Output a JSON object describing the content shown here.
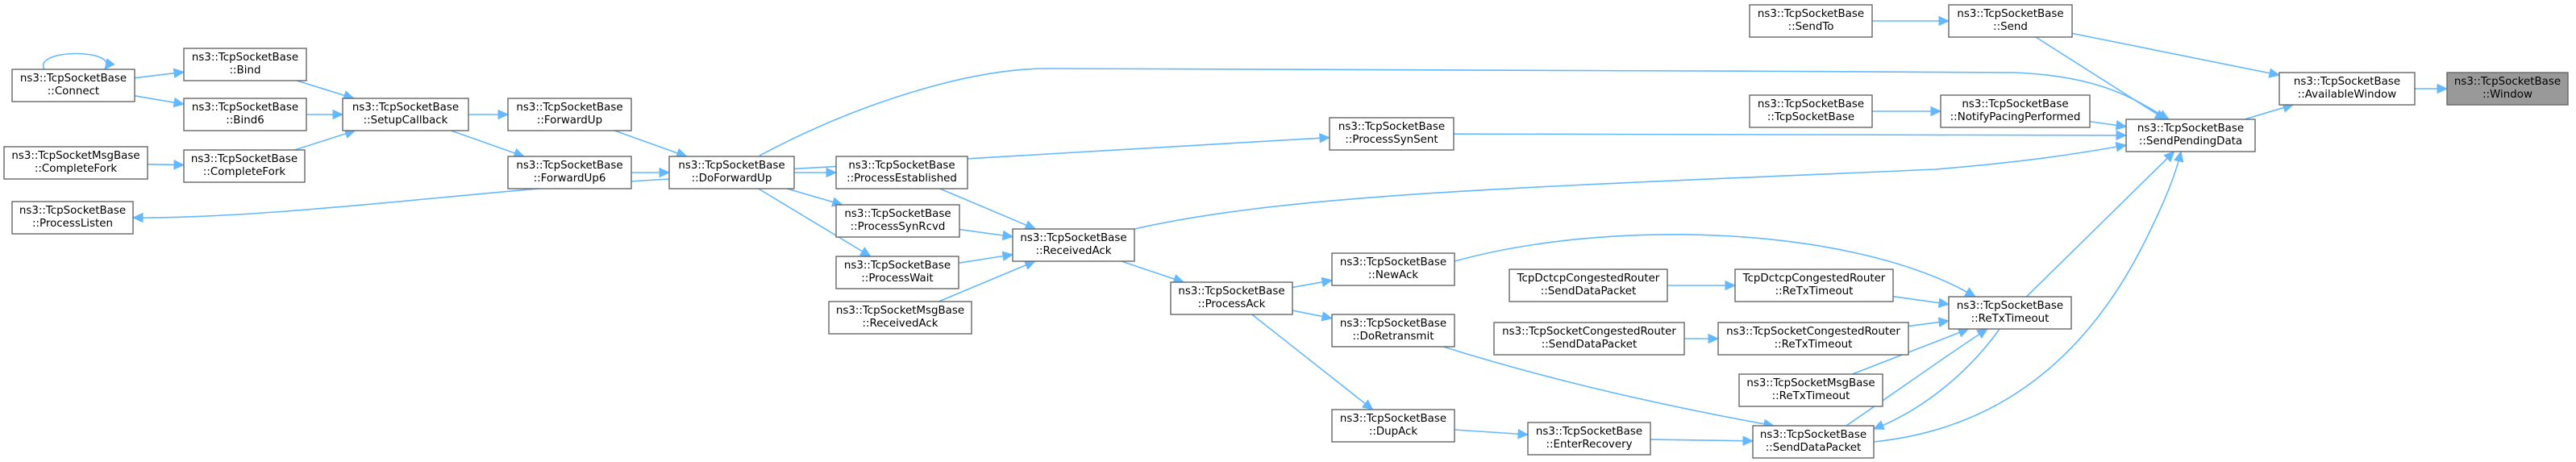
{
  "graph": {
    "title": "",
    "nodes": [
      {
        "id": "window",
        "lines": [
          "ns3::TcpSocketBase",
          "::Window"
        ],
        "root": true
      },
      {
        "id": "availableWindow",
        "lines": [
          "ns3::TcpSocketBase",
          "::AvailableWindow"
        ]
      },
      {
        "id": "send",
        "lines": [
          "ns3::TcpSocketBase",
          "::Send"
        ]
      },
      {
        "id": "sendTo",
        "lines": [
          "ns3::TcpSocketBase",
          "::SendTo"
        ]
      },
      {
        "id": "sendPendingData",
        "lines": [
          "ns3::TcpSocketBase",
          "::SendPendingData"
        ]
      },
      {
        "id": "ctor",
        "lines": [
          "ns3::TcpSocketBase",
          "::TcpSocketBase"
        ]
      },
      {
        "id": "notifyPacing",
        "lines": [
          "ns3::TcpSocketBase",
          "::NotifyPacingPerformed"
        ]
      },
      {
        "id": "processSynSent",
        "lines": [
          "ns3::TcpSocketBase",
          "::ProcessSynSent"
        ]
      },
      {
        "id": "connect",
        "lines": [
          "ns3::TcpSocketBase",
          "::Connect"
        ]
      },
      {
        "id": "bind",
        "lines": [
          "ns3::TcpSocketBase",
          "::Bind"
        ]
      },
      {
        "id": "bind6",
        "lines": [
          "ns3::TcpSocketBase",
          "::Bind6"
        ]
      },
      {
        "id": "setupCallback",
        "lines": [
          "ns3::TcpSocketBase",
          "::SetupCallback"
        ]
      },
      {
        "id": "forwardUp",
        "lines": [
          "ns3::TcpSocketBase",
          "::ForwardUp"
        ]
      },
      {
        "id": "forwardUp6",
        "lines": [
          "ns3::TcpSocketBase",
          "::ForwardUp6"
        ]
      },
      {
        "id": "doForwardUp",
        "lines": [
          "ns3::TcpSocketBase",
          "::DoForwardUp"
        ]
      },
      {
        "id": "msgCompleteFork",
        "lines": [
          "ns3::TcpSocketMsgBase",
          "::CompleteFork"
        ]
      },
      {
        "id": "completeFork",
        "lines": [
          "ns3::TcpSocketBase",
          "::CompleteFork"
        ]
      },
      {
        "id": "processListen",
        "lines": [
          "ns3::TcpSocketBase",
          "::ProcessListen"
        ]
      },
      {
        "id": "processEstablished",
        "lines": [
          "ns3::TcpSocketBase",
          "::ProcessEstablished"
        ]
      },
      {
        "id": "processSynRcvd",
        "lines": [
          "ns3::TcpSocketBase",
          "::ProcessSynRcvd"
        ]
      },
      {
        "id": "processWait",
        "lines": [
          "ns3::TcpSocketBase",
          "::ProcessWait"
        ]
      },
      {
        "id": "msgReceivedAck",
        "lines": [
          "ns3::TcpSocketMsgBase",
          "::ReceivedAck"
        ]
      },
      {
        "id": "receivedAck",
        "lines": [
          "ns3::TcpSocketBase",
          "::ReceivedAck"
        ]
      },
      {
        "id": "processAck",
        "lines": [
          "ns3::TcpSocketBase",
          "::ProcessAck"
        ]
      },
      {
        "id": "newAck",
        "lines": [
          "ns3::TcpSocketBase",
          "::NewAck"
        ]
      },
      {
        "id": "doRetransmit",
        "lines": [
          "ns3::TcpSocketBase",
          "::DoRetransmit"
        ]
      },
      {
        "id": "dupAck",
        "lines": [
          "ns3::TcpSocketBase",
          "::DupAck"
        ]
      },
      {
        "id": "enterRecovery",
        "lines": [
          "ns3::TcpSocketBase",
          "::EnterRecovery"
        ]
      },
      {
        "id": "sendDataPacket",
        "lines": [
          "ns3::TcpSocketBase",
          "::SendDataPacket"
        ]
      },
      {
        "id": "dctcpSendData",
        "lines": [
          "TcpDctcpCongestedRouter",
          "::SendDataPacket"
        ]
      },
      {
        "id": "dctcpReTx",
        "lines": [
          "TcpDctcpCongestedRouter",
          "::ReTxTimeout"
        ]
      },
      {
        "id": "congSendData",
        "lines": [
          "ns3::TcpSocketCongestedRouter",
          "::SendDataPacket"
        ]
      },
      {
        "id": "congReTx",
        "lines": [
          "ns3::TcpSocketCongestedRouter",
          "::ReTxTimeout"
        ]
      },
      {
        "id": "msgReTx",
        "lines": [
          "ns3::TcpSocketMsgBase",
          "::ReTxTimeout"
        ]
      },
      {
        "id": "reTxTimeout",
        "lines": [
          "ns3::TcpSocketBase",
          "::ReTxTimeout"
        ]
      }
    ],
    "edges": [
      {
        "from": "availableWindow",
        "to": "window"
      },
      {
        "from": "send",
        "to": "availableWindow"
      },
      {
        "from": "sendPendingData",
        "to": "availableWindow"
      },
      {
        "from": "sendTo",
        "to": "send"
      },
      {
        "from": "send",
        "to": "sendPendingData"
      },
      {
        "from": "ctor",
        "to": "notifyPacing"
      },
      {
        "from": "notifyPacing",
        "to": "sendPendingData"
      },
      {
        "from": "processSynSent",
        "to": "sendPendingData"
      },
      {
        "from": "doForwardUp",
        "to": "sendPendingData"
      },
      {
        "from": "receivedAck",
        "to": "sendPendingData"
      },
      {
        "from": "reTxTimeout",
        "to": "sendPendingData"
      },
      {
        "from": "sendDataPacket",
        "to": "sendPendingData"
      },
      {
        "from": "connect",
        "to": "connect"
      },
      {
        "from": "connect",
        "to": "bind"
      },
      {
        "from": "connect",
        "to": "bind6"
      },
      {
        "from": "bind",
        "to": "setupCallback"
      },
      {
        "from": "bind6",
        "to": "setupCallback"
      },
      {
        "from": "completeFork",
        "to": "setupCallback"
      },
      {
        "from": "setupCallback",
        "to": "forwardUp"
      },
      {
        "from": "setupCallback",
        "to": "forwardUp6"
      },
      {
        "from": "forwardUp",
        "to": "doForwardUp"
      },
      {
        "from": "forwardUp6",
        "to": "doForwardUp"
      },
      {
        "from": "msgCompleteFork",
        "to": "completeFork"
      },
      {
        "from": "doForwardUp",
        "to": "processSynSent"
      },
      {
        "from": "doForwardUp",
        "to": "processListen"
      },
      {
        "from": "doForwardUp",
        "to": "processEstablished"
      },
      {
        "from": "doForwardUp",
        "to": "processSynRcvd"
      },
      {
        "from": "doForwardUp",
        "to": "processWait"
      },
      {
        "from": "processEstablished",
        "to": "receivedAck"
      },
      {
        "from": "processSynRcvd",
        "to": "receivedAck"
      },
      {
        "from": "processWait",
        "to": "receivedAck"
      },
      {
        "from": "msgReceivedAck",
        "to": "receivedAck"
      },
      {
        "from": "receivedAck",
        "to": "processAck"
      },
      {
        "from": "processAck",
        "to": "newAck"
      },
      {
        "from": "processAck",
        "to": "doRetransmit"
      },
      {
        "from": "processAck",
        "to": "dupAck"
      },
      {
        "from": "dupAck",
        "to": "enterRecovery"
      },
      {
        "from": "enterRecovery",
        "to": "sendDataPacket"
      },
      {
        "from": "doRetransmit",
        "to": "sendDataPacket"
      },
      {
        "from": "newAck",
        "to": "reTxTimeout"
      },
      {
        "from": "dctcpSendData",
        "to": "dctcpReTx"
      },
      {
        "from": "dctcpReTx",
        "to": "reTxTimeout"
      },
      {
        "from": "congSendData",
        "to": "congReTx"
      },
      {
        "from": "congReTx",
        "to": "reTxTimeout"
      },
      {
        "from": "msgReTx",
        "to": "reTxTimeout"
      },
      {
        "from": "sendDataPacket",
        "to": "reTxTimeout"
      },
      {
        "from": "reTxTimeout",
        "to": "sendDataPacket"
      }
    ],
    "colors": {
      "edge": "#63B8FF",
      "node_border": "#666666",
      "node_fill": "#ffffff",
      "root_fill": "#999999",
      "text": "#000000"
    }
  }
}
